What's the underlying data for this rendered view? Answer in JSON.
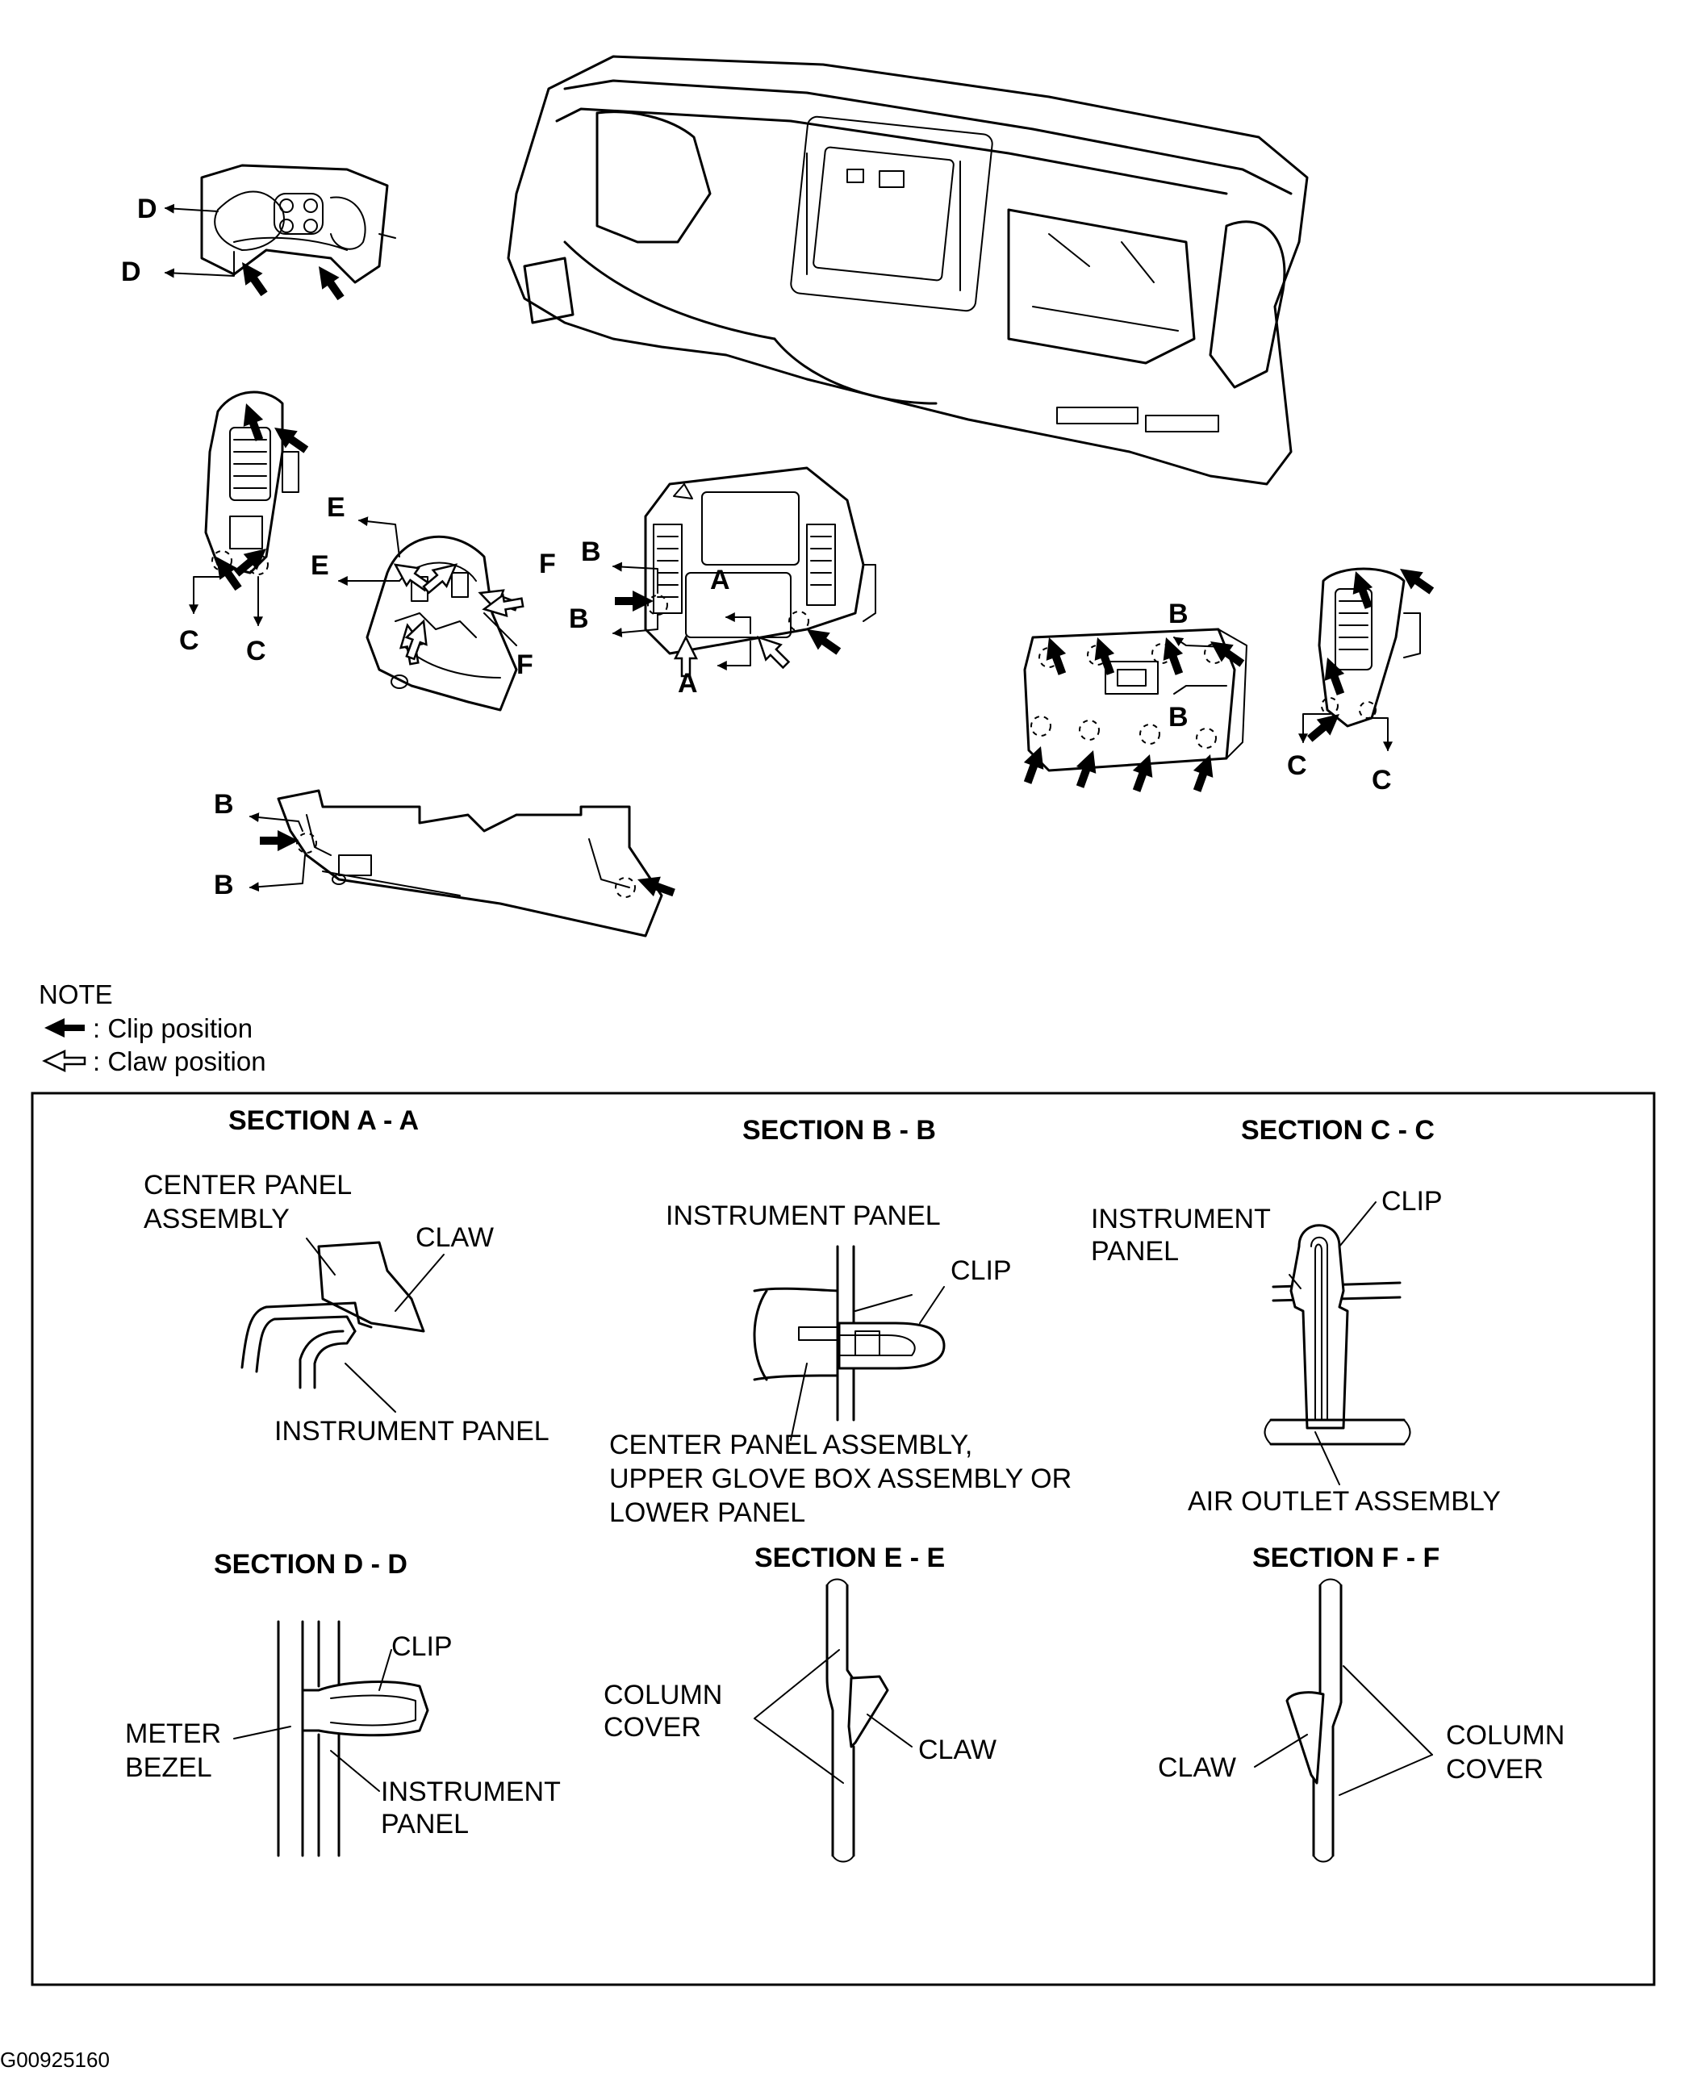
{
  "callouts": {
    "a": "A",
    "b": "B",
    "c": "C",
    "d": "D",
    "e": "E",
    "f": "F"
  },
  "note": {
    "title": "NOTE",
    "clip_label": ": Clip position",
    "claw_label": ": Claw position"
  },
  "sections": {
    "aa": {
      "title": "SECTION A - A",
      "label_center_1": "CENTER PANEL",
      "label_center_2": "ASSEMBLY",
      "label_claw": "CLAW",
      "label_instrument": "INSTRUMENT PANEL"
    },
    "bb": {
      "title": "SECTION B - B",
      "label_instrument": "INSTRUMENT PANEL",
      "label_clip": "CLIP",
      "label_line1": "CENTER PANEL ASSEMBLY,",
      "label_line2": "UPPER GLOVE BOX ASSEMBLY OR",
      "label_line3": "LOWER PANEL"
    },
    "cc": {
      "title": "SECTION C - C",
      "label_instrument_1": "INSTRUMENT",
      "label_instrument_2": "PANEL",
      "label_clip": "CLIP",
      "label_air": "AIR OUTLET ASSEMBLY"
    },
    "dd": {
      "title": "SECTION D - D",
      "label_clip": "CLIP",
      "label_meter_1": "METER",
      "label_meter_2": "BEZEL",
      "label_instrument_1": "INSTRUMENT",
      "label_instrument_2": "PANEL"
    },
    "ee": {
      "title": "SECTION E - E",
      "label_column_1": "COLUMN",
      "label_column_2": "COVER",
      "label_claw": "CLAW"
    },
    "ff": {
      "title": "SECTION F - F",
      "label_claw": "CLAW",
      "label_column_1": "COLUMN",
      "label_column_2": "COVER"
    }
  },
  "figure_id": "G00925160"
}
